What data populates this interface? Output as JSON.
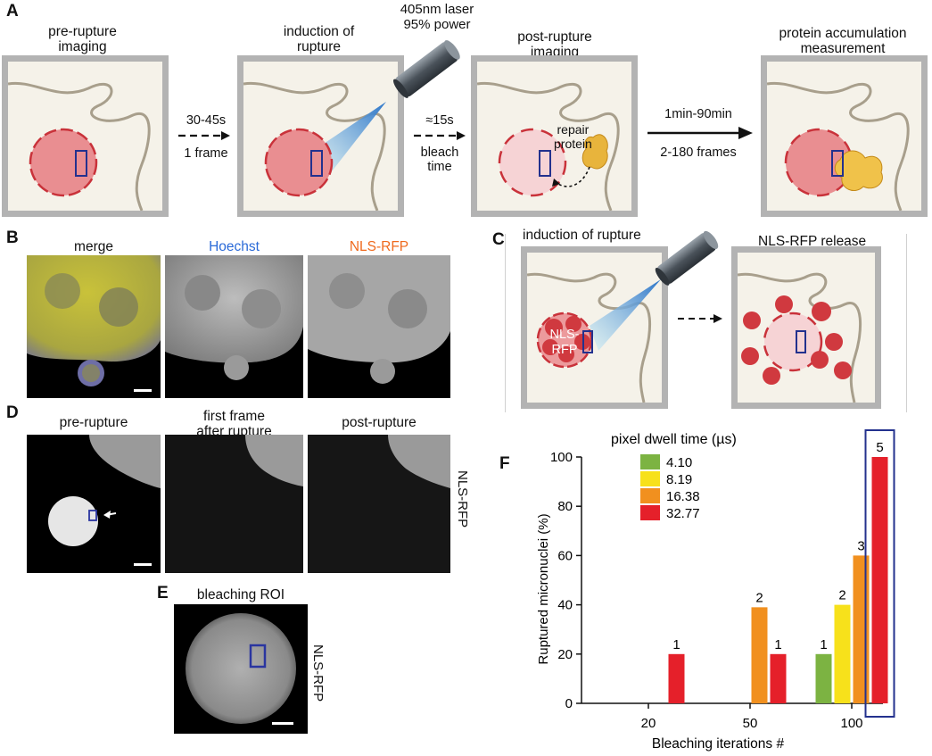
{
  "panelA": {
    "label": "A",
    "steps": [
      {
        "title_line1": "pre-rupture",
        "title_line2": "imaging"
      },
      {
        "title_line1": "induction of",
        "title_line2": "rupture"
      },
      {
        "title_line1": "post-rupture",
        "title_line2": "imaging"
      },
      {
        "title_line1": "protein accumulation",
        "title_line2": "measurement"
      }
    ],
    "laser_line1": "405nm laser",
    "laser_line2": "95% power",
    "arrow1_top": "30-45s",
    "arrow1_bottom": "1 frame",
    "arrow2_top": "≈15s",
    "arrow2_bottom_line1": "bleach",
    "arrow2_bottom_line2": "time",
    "arrow3_top": "1min-90min",
    "arrow3_bottom": "2-180 frames",
    "repair_line1": "repair",
    "repair_line2": "protein"
  },
  "panelB": {
    "label": "B",
    "channels": [
      {
        "name": "merge",
        "color": "#111111"
      },
      {
        "name": "Hoechst",
        "color": "#2a6ad8"
      },
      {
        "name": "NLS-RFP",
        "color": "#ef6a1e"
      }
    ]
  },
  "panelC": {
    "label": "C",
    "left_title": "induction of rupture",
    "right_title": "NLS-RFP release",
    "nucleus_line1": "NLS-",
    "nucleus_line2": "RFP"
  },
  "panelD": {
    "label": "D",
    "titles": [
      "pre-rupture",
      "first frame",
      "after rupture",
      "post-rupture"
    ],
    "side_label": "NLS-RFP"
  },
  "panelE": {
    "label": "E",
    "title": "bleaching ROI",
    "side_label": "NLS-RFP"
  },
  "panelF": {
    "label": "F",
    "legend_title": "pixel dwell time (µs)",
    "ylabel": "Ruptured micronuclei (%)",
    "xlabel": "Bleaching iterations #",
    "yticks": [
      "0",
      "20",
      "40",
      "60",
      "80",
      "100"
    ],
    "xticks": [
      "20",
      "50",
      "100"
    ]
  },
  "chart_data": {
    "type": "bar",
    "title": "",
    "xlabel": "Bleaching iterations #",
    "ylabel": "Ruptured micronuclei (%)",
    "ylim": [
      0,
      100
    ],
    "categories": [
      "20",
      "50",
      "100"
    ],
    "legend_title": "pixel dwell time (µs)",
    "legend_placement": "top-left",
    "grid": false,
    "series": [
      {
        "name": "4.10",
        "color": "#7cb342",
        "values": [
          0,
          0,
          20
        ],
        "labels": [
          "",
          "",
          "1"
        ]
      },
      {
        "name": "8.19",
        "color": "#f7e11b",
        "values": [
          0,
          0,
          40
        ],
        "labels": [
          "",
          "",
          "2"
        ]
      },
      {
        "name": "16.38",
        "color": "#f1901f",
        "values": [
          0,
          39,
          60
        ],
        "labels": [
          "",
          "2",
          "3"
        ]
      },
      {
        "name": "32.77",
        "color": "#e5202a",
        "values": [
          20,
          20,
          100
        ],
        "labels": [
          "1",
          "1",
          "5"
        ]
      }
    ]
  }
}
